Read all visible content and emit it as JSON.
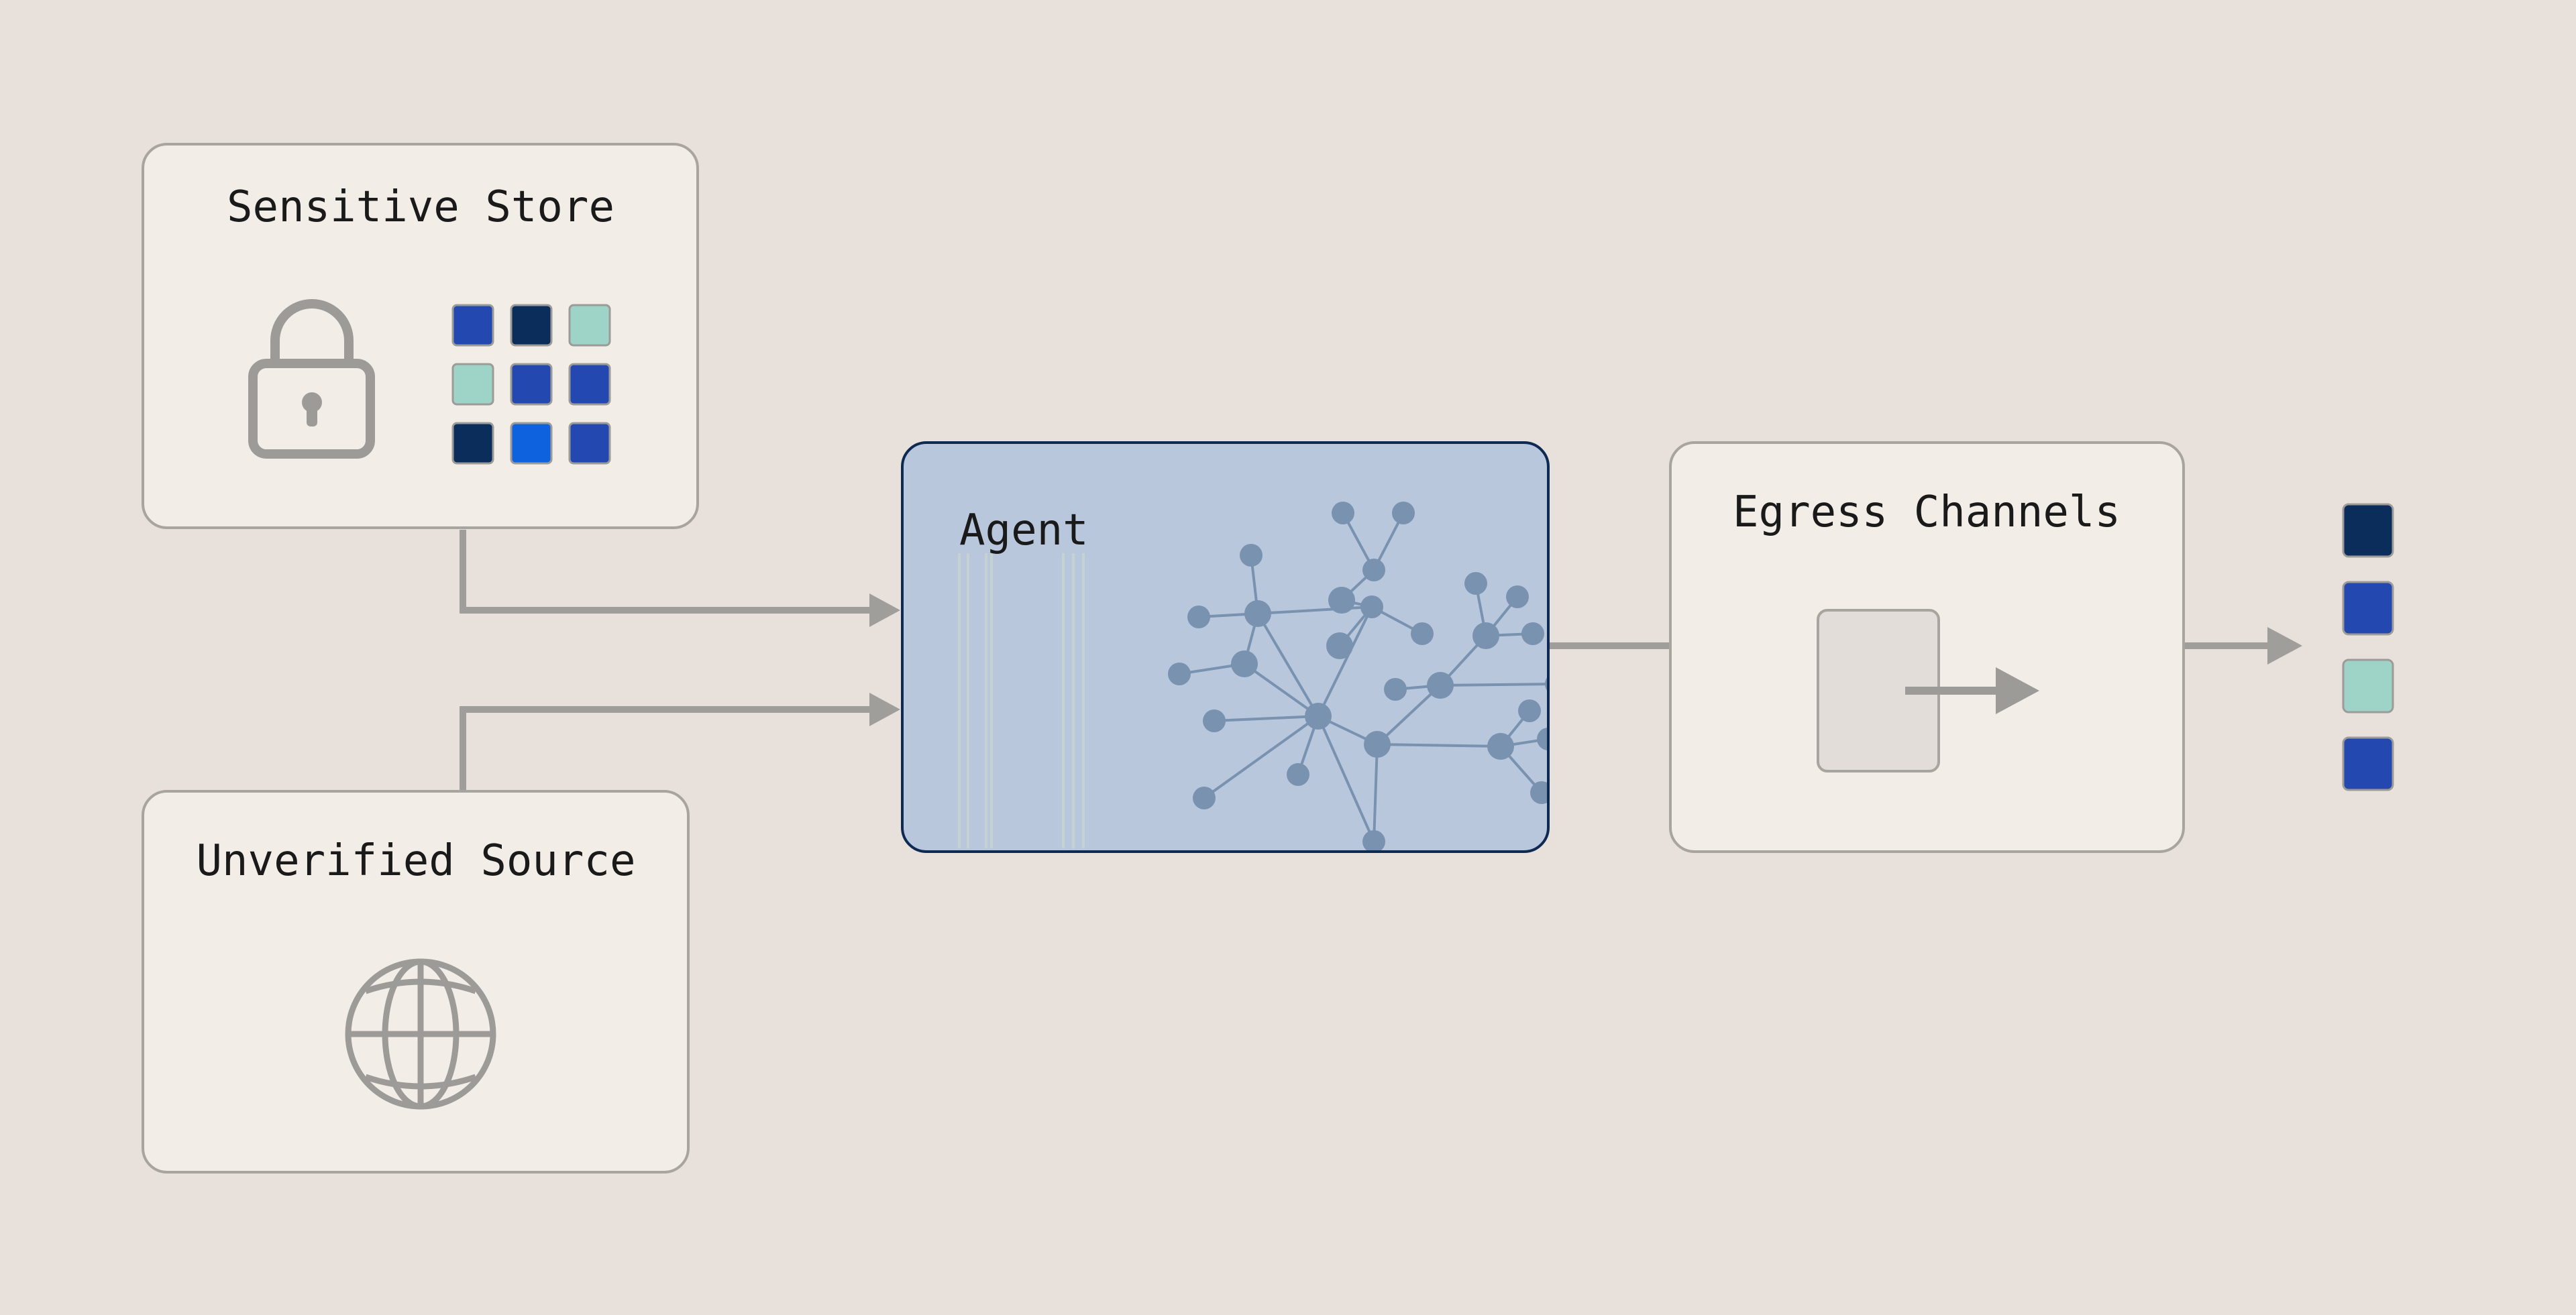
{
  "nodes": {
    "sensitive_store": {
      "label": "Sensitive Store",
      "icon": "lock-icon"
    },
    "unverified_source": {
      "label": "Unverified Source",
      "icon": "globe-icon"
    },
    "agent": {
      "label": "Agent",
      "icon": "neural-network-illustration"
    },
    "egress_channels": {
      "label": "Egress Channels",
      "icon": "exit-arrow-icon"
    }
  },
  "colors": {
    "background": "#e8e1db",
    "box_fill": "#f3ede8",
    "box_stroke": "#a8a49f",
    "agent_fill": "#b8c7dc",
    "agent_stroke": "#0f2a52",
    "network": "#7892b0",
    "connector": "#a09e9b",
    "navy": "#0b2d5c",
    "blue": "#2349b0",
    "bright_blue": "#0f62de",
    "mint": "#9ed4c8"
  },
  "data_blocks": {
    "sensitive_grid": [
      "blue",
      "navy",
      "mint",
      "mint",
      "blue",
      "blue",
      "navy",
      "bright_blue",
      "blue"
    ],
    "output_stack": [
      "navy",
      "blue",
      "mint",
      "blue"
    ]
  }
}
